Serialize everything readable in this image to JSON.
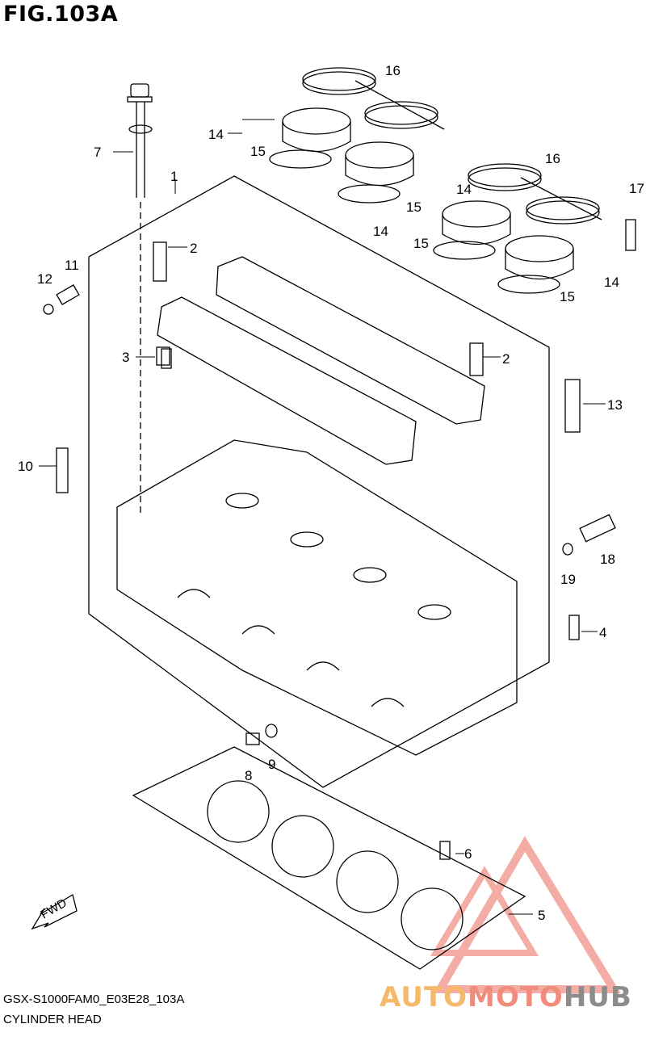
{
  "figure": {
    "title": "FIG.103A",
    "code": "GSX-S1000FAM0_E03E28_103A",
    "name": "CYLINDER HEAD",
    "fwd_label": "FWD"
  },
  "watermark": {
    "part1": "AUTO",
    "part2": "MOTO",
    "part3": "HUB",
    "colors": {
      "auto": "#f6b96a",
      "moto": "#f08c7c",
      "hub": "#8c8c8c"
    }
  },
  "callouts": [
    {
      "id": "c1",
      "label": "1"
    },
    {
      "id": "c2a",
      "label": "2"
    },
    {
      "id": "c2b",
      "label": "2"
    },
    {
      "id": "c3",
      "label": "3"
    },
    {
      "id": "c4",
      "label": "4"
    },
    {
      "id": "c5",
      "label": "5"
    },
    {
      "id": "c6",
      "label": "6"
    },
    {
      "id": "c7",
      "label": "7"
    },
    {
      "id": "c8",
      "label": "8"
    },
    {
      "id": "c9",
      "label": "9"
    },
    {
      "id": "c10",
      "label": "10"
    },
    {
      "id": "c11",
      "label": "11"
    },
    {
      "id": "c12",
      "label": "12"
    },
    {
      "id": "c13",
      "label": "13"
    },
    {
      "id": "c14a",
      "label": "14"
    },
    {
      "id": "c14b",
      "label": "14"
    },
    {
      "id": "c14c",
      "label": "14"
    },
    {
      "id": "c14d",
      "label": "14"
    },
    {
      "id": "c15a",
      "label": "15"
    },
    {
      "id": "c15b",
      "label": "15"
    },
    {
      "id": "c15c",
      "label": "15"
    },
    {
      "id": "c15d",
      "label": "15"
    },
    {
      "id": "c16a",
      "label": "16"
    },
    {
      "id": "c16b",
      "label": "16"
    },
    {
      "id": "c17",
      "label": "17"
    },
    {
      "id": "c18",
      "label": "18"
    },
    {
      "id": "c19",
      "label": "19"
    }
  ]
}
